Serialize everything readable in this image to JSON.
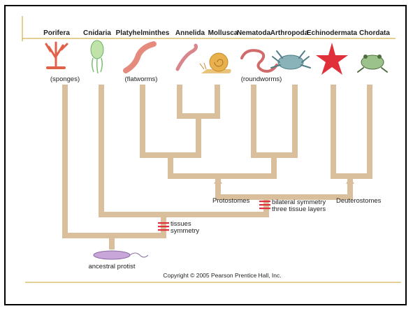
{
  "taxa": [
    {
      "id": "porifera",
      "name": "Porifera",
      "common": "(sponges)",
      "icon": "sponge-icon"
    },
    {
      "id": "cnidaria",
      "name": "Cnidaria",
      "common": "",
      "icon": "jellyfish-icon"
    },
    {
      "id": "platyhelminthes",
      "name": "Platyhelminthes",
      "common": "(flatworms)",
      "icon": "flatworm-icon"
    },
    {
      "id": "annelida",
      "name": "Annelida",
      "common": "",
      "icon": "earthworm-icon"
    },
    {
      "id": "mollusca",
      "name": "Mollusca",
      "common": "",
      "icon": "snail-icon"
    },
    {
      "id": "nematoda",
      "name": "Nematoda",
      "common": "(roundworms)",
      "icon": "roundworm-icon"
    },
    {
      "id": "arthropoda",
      "name": "Arthropoda",
      "common": "",
      "icon": "crab-icon"
    },
    {
      "id": "echinodermata",
      "name": "Echinodermata",
      "common": "",
      "icon": "starfish-icon"
    },
    {
      "id": "chordata",
      "name": "Chordata",
      "common": "",
      "icon": "frog-icon"
    }
  ],
  "groups": {
    "protostomes": "Protostomes",
    "deuterostomes": "Deuterostomes"
  },
  "traits": {
    "tissues": "tissues",
    "symmetry": "symmetry",
    "bilateral": "bilateral symmetry",
    "three_layers": "three tissue layers"
  },
  "root": {
    "label": "ancestral protist",
    "icon": "protist-icon"
  },
  "copyright": "Copyright © 2005 Pearson Prentice Hall, Inc.",
  "colors": {
    "branch": "#d9bf9c",
    "trait_mark": "#e0303a",
    "rule_line": "#c9a227"
  }
}
